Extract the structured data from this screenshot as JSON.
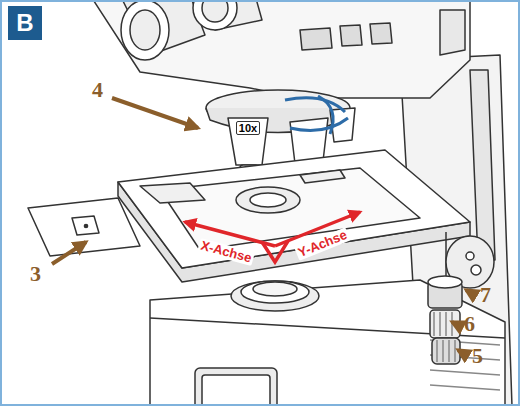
{
  "diagram": {
    "nodes": [
      {
        "text": [
          "B"
        ]
      }
    ],
    "labels": [
      "4",
      "3",
      "X-Achse",
      "Y-Achse",
      "7",
      "6",
      "5",
      "10x"
    ]
  }
}
